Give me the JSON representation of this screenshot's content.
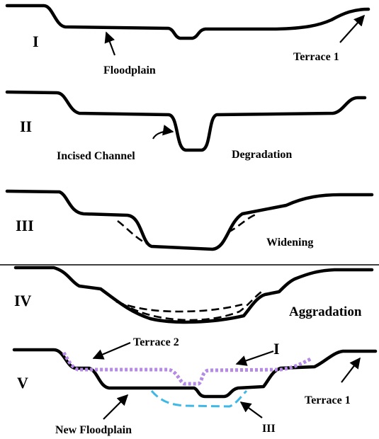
{
  "stages": {
    "s1": {
      "numeral": "I",
      "labels": {
        "floodplain": "Floodplain",
        "terrace": "Terrace 1"
      }
    },
    "s2": {
      "numeral": "II",
      "labels": {
        "channel": "Incised Channel",
        "process": "Degradation"
      }
    },
    "s3": {
      "numeral": "III",
      "labels": {
        "process": "Widening"
      }
    },
    "s4": {
      "numeral": "IV",
      "labels": {
        "process": "Aggradation"
      }
    },
    "s5": {
      "numeral": "V",
      "labels": {
        "terrace2": "Terrace 2",
        "ref1": "I",
        "terrace1": "Terrace 1",
        "floodplain": "New Floodplain",
        "ref3": "III"
      }
    }
  },
  "colors": {
    "profile": "#000000",
    "stage1_overlay": "#b48ae6",
    "stage3_overlay": "#3fb8e6"
  }
}
